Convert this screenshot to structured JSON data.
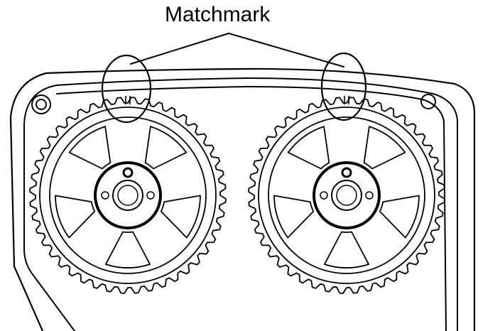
{
  "callout": {
    "label": "Matchmark",
    "count": 2
  },
  "gears": [
    {
      "name": "left-camshaft-pulley",
      "teeth": 44,
      "spokes": 5,
      "matchmark_visible": true
    },
    {
      "name": "right-camshaft-pulley",
      "teeth": 44,
      "spokes": 5,
      "matchmark_visible": true
    }
  ],
  "colors": {
    "ink": "#000000",
    "paper": "#ffffff"
  }
}
